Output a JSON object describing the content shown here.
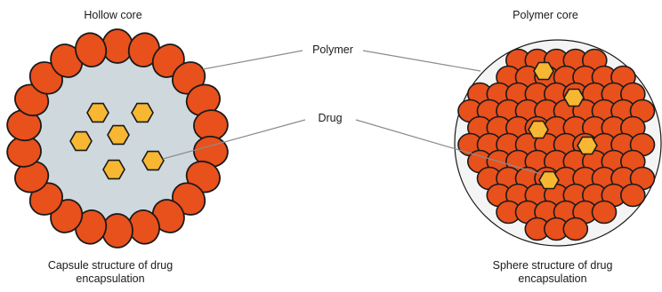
{
  "left_panel": {
    "title": "Hollow core",
    "caption_line1": "Capsule structure of drug",
    "caption_line2": "encapsulation"
  },
  "right_panel": {
    "title": "Polymer core",
    "caption_line1": "Sphere structure of drug",
    "caption_line2": "encapsulation"
  },
  "callouts": {
    "polymer": "Polymer",
    "drug": "Drug"
  },
  "colors": {
    "polymer_fill": "#e8501c",
    "polymer_stroke": "#1a1a1a",
    "drug_fill": "#f7b733",
    "core_fill": "#cfd8dd",
    "leader_line": "#8c8c8c"
  }
}
